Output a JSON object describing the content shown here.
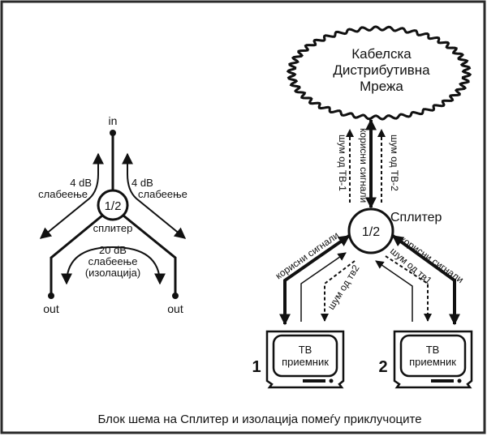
{
  "caption": "Блок шема на Сплитер и изолација помеѓу приклучоците",
  "left_diagram": {
    "input_label": "in",
    "splitter_ratio": "1/2",
    "splitter_label": "сплитер",
    "left_loss_value": "4 dB",
    "left_loss_word": "слабеење",
    "right_loss_value": "4 dB",
    "right_loss_word": "слабеење",
    "isolation_value": "20 dB",
    "isolation_word": "слабеење",
    "isolation_note": "(изолација)",
    "output_left_label": "out",
    "output_right_label": "out"
  },
  "right_diagram": {
    "network_line1": "Кабелска",
    "network_line2": "Дистрибутивна",
    "network_line3": "Мрежа",
    "noise_tv1_up": "шум од ТВ-1",
    "useful_signals_main": "корисни сигнали",
    "noise_tv2_up": "шум од ТВ-2",
    "splitter_ratio": "1/2",
    "splitter_label": "Сплитер",
    "useful_signals_left": "корисни сигнали",
    "useful_signals_right": "корисни сигнали",
    "noise_tv2_down": "шум од тв2",
    "noise_tv1_down": "шум од тв1",
    "tv1": {
      "number": "1",
      "line1": "ТВ",
      "line2": "приемник"
    },
    "tv2": {
      "number": "2",
      "line1": "ТВ",
      "line2": "приемник"
    }
  },
  "colors": {
    "ink": "#111111",
    "background": "#ffffff",
    "frame": "#2a2a2a"
  }
}
